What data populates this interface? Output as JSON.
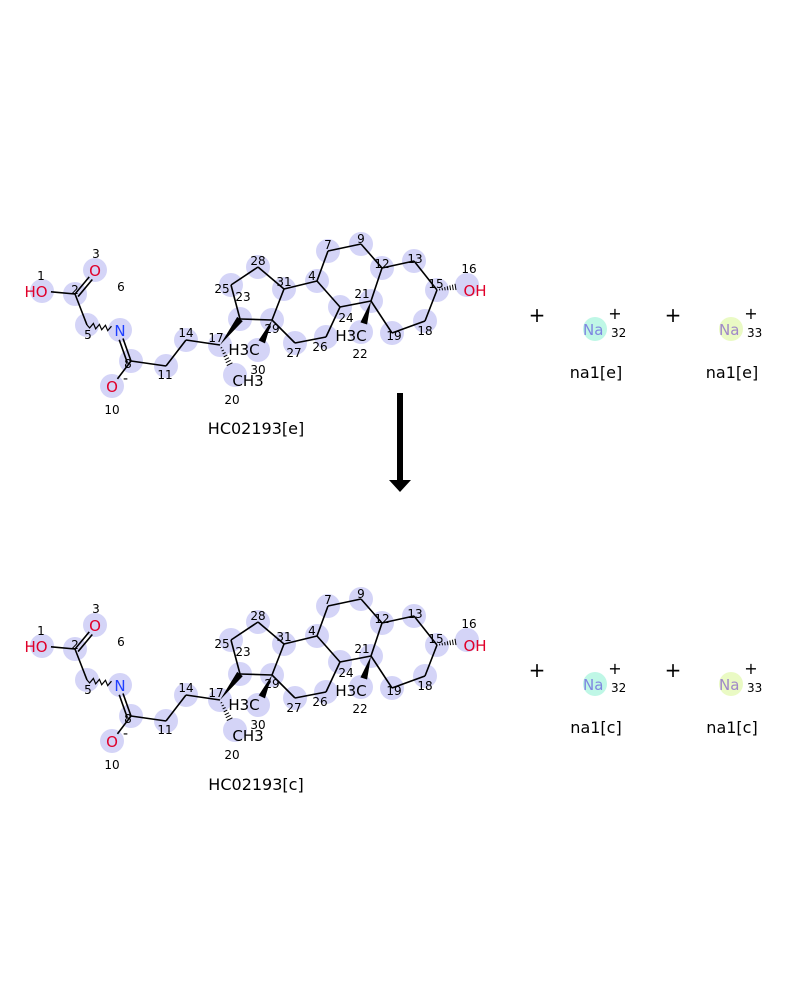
{
  "colors": {
    "highlight": "#d4d4f7",
    "oxygen": "#e0002a",
    "nitrogen": "#2040ff",
    "na32_halo": "#bff7e6",
    "na33_halo": "#eafac4",
    "na32_text": "#7f86e0",
    "na33_text": "#a088c8",
    "bond": "#000000"
  },
  "reactant": {
    "molecule_name": "HC02193[e]",
    "ions": [
      {
        "element": "Na",
        "charge": "+",
        "number": "32",
        "name": "na1[e]"
      },
      {
        "element": "Na",
        "charge": "+",
        "number": "33",
        "name": "na1[e]"
      }
    ],
    "plus_signs": [
      "+",
      "+"
    ]
  },
  "product": {
    "molecule_name": "HC02193[c]",
    "ions": [
      {
        "element": "Na",
        "charge": "+",
        "number": "32",
        "name": "na1[c]"
      },
      {
        "element": "Na",
        "charge": "+",
        "number": "33",
        "name": "na1[c]"
      }
    ],
    "plus_signs": [
      "+",
      "+"
    ]
  },
  "atoms": [
    {
      "n": "1",
      "label": "HO"
    },
    {
      "n": "2",
      "label": ""
    },
    {
      "n": "3",
      "label": "O"
    },
    {
      "n": "5",
      "label": ""
    },
    {
      "n": "6",
      "label": "N"
    },
    {
      "n": "8",
      "label": ""
    },
    {
      "n": "10",
      "label": "O",
      "charge": "-"
    },
    {
      "n": "11",
      "label": ""
    },
    {
      "n": "14",
      "label": ""
    },
    {
      "n": "17",
      "label": ""
    },
    {
      "n": "20",
      "label": "CH3"
    },
    {
      "n": "23",
      "label": ""
    },
    {
      "n": "25",
      "label": ""
    },
    {
      "n": "28",
      "label": ""
    },
    {
      "n": "31",
      "label": ""
    },
    {
      "n": "29",
      "label": ""
    },
    {
      "n": "30",
      "label": "H3C"
    },
    {
      "n": "27",
      "label": ""
    },
    {
      "n": "26",
      "label": ""
    },
    {
      "n": "24",
      "label": ""
    },
    {
      "n": "4",
      "label": ""
    },
    {
      "n": "7",
      "label": ""
    },
    {
      "n": "9",
      "label": ""
    },
    {
      "n": "12",
      "label": ""
    },
    {
      "n": "21",
      "label": ""
    },
    {
      "n": "22",
      "label": "H3C"
    },
    {
      "n": "19",
      "label": ""
    },
    {
      "n": "18",
      "label": ""
    },
    {
      "n": "15",
      "label": ""
    },
    {
      "n": "13",
      "label": ""
    },
    {
      "n": "16",
      "label": "OH"
    }
  ]
}
